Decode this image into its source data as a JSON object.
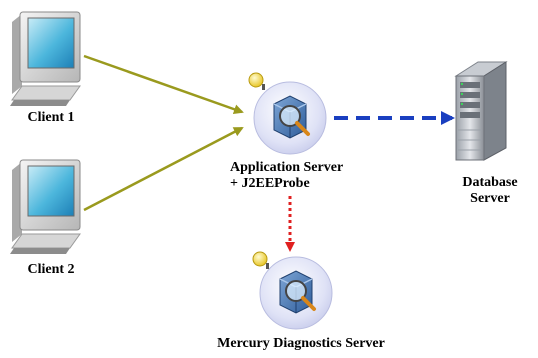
{
  "nodes": {
    "client1": {
      "label": "Client 1",
      "icon": "desktop-computer-icon"
    },
    "client2": {
      "label": "Client 2",
      "icon": "desktop-computer-icon"
    },
    "app_server": {
      "line1": "Application Server",
      "line2": "+ J2EEProbe",
      "icon": "server-magnifier-icon"
    },
    "db_server": {
      "line1": "Database",
      "line2": "Server",
      "icon": "tower-server-icon"
    },
    "diag_server": {
      "label": "Mercury Diagnostics Server",
      "icon": "server-magnifier-icon"
    }
  },
  "colors": {
    "client_arrow": "#9a9a1e",
    "db_arrow": "#1a3fc0",
    "probe_arrow": "#e02020",
    "node_bubble": "#d8dcf4"
  }
}
